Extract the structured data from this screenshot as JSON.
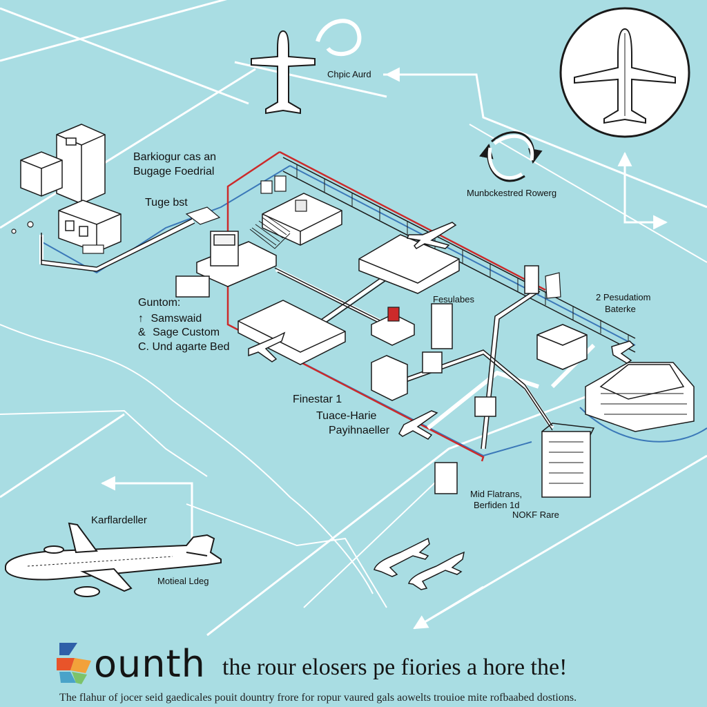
{
  "labels": {
    "top_center": "Chpic Aurd",
    "baggage_1": "Barkiogur cas an",
    "baggage_2": "Bugage Foedrial",
    "tuge": "Tuge bst",
    "guntom": "Guntom:",
    "samswaid": "Samswaid",
    "sage_custom": "Sage Custom",
    "und_agarte": "C. Und agarte Bed",
    "munbckestred": "Munbckestred Rowerg",
    "fesulabes": "Fesulabes",
    "pesudatiom": "2 Pesudatiom",
    "baterke": "Baterke",
    "finestar": "Finestar 1",
    "tuace_harie": "Tuace-Harie",
    "payihnaeller": "Payihnaeller",
    "mid_flatrans": "Mid Flatrans,",
    "berfiden": "Berfiden 1d",
    "nokf_rare": "NOKF Rare",
    "karflardeller": "Karflardeller",
    "motieal_ldeg": "Motieal Ldeg"
  },
  "list_markers": {
    "up_arrow": "↑",
    "ampersand": "&"
  },
  "footer": {
    "brand": "ounth",
    "headline": "the rour elosers pe fiories a hore the!",
    "tagline": "The flahur of jocer seid gaedicales pouit dountry frore for ropur vaured gals aowelts trouioe mite rofbaabed dostions."
  },
  "colors": {
    "background": "#a9dde3",
    "route_red": "#cc2a2a",
    "line_blue": "#3b78b8",
    "ink": "#1a1a1a"
  }
}
